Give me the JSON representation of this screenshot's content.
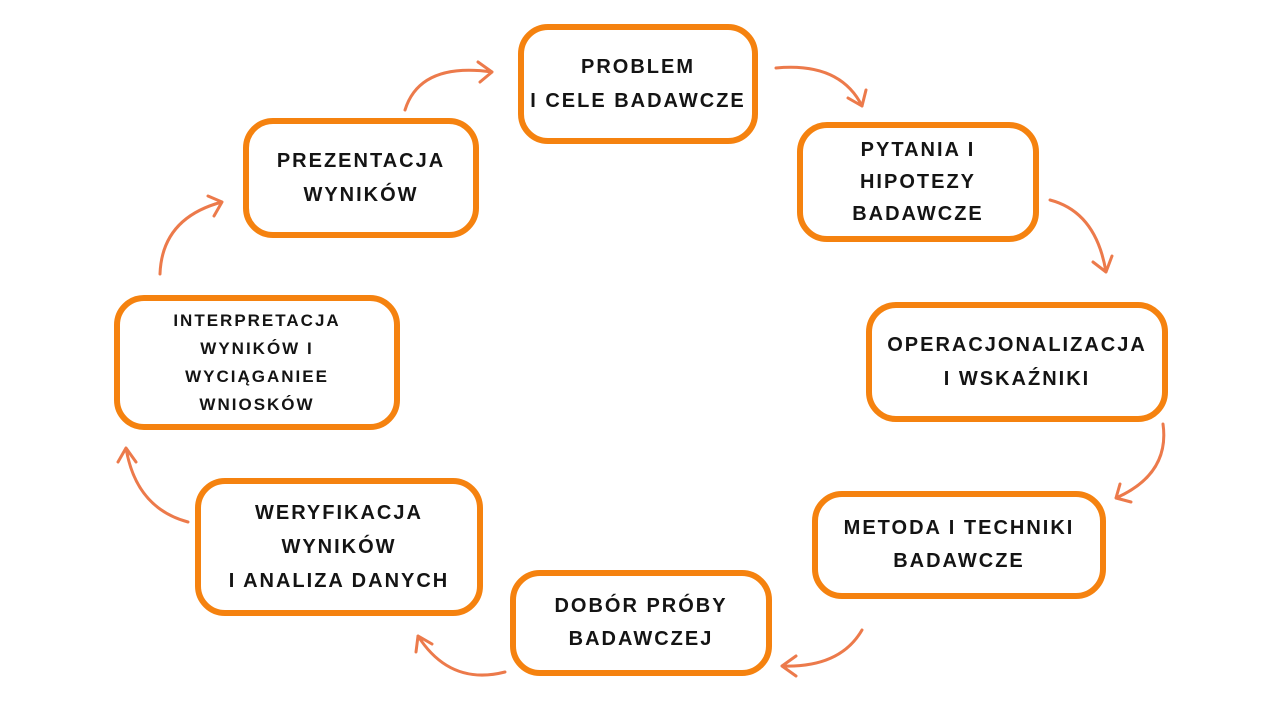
{
  "diagram": {
    "nodes": [
      {
        "id": "problem",
        "label": "Problem\nI cele badawcze"
      },
      {
        "id": "pytania",
        "label": "Pytania i\nhipotezy\nbadawcze"
      },
      {
        "id": "operacjonalizacja",
        "label": "Operacjonalizacja\ni wskaźniki"
      },
      {
        "id": "metoda",
        "label": "Metoda i techniki\nbadawcze"
      },
      {
        "id": "dobor",
        "label": "Dobór próby\nbadawczej"
      },
      {
        "id": "weryfikacja",
        "label": "Weryfikacja\nwyników\ni analiza danych"
      },
      {
        "id": "interpretacja",
        "label": "Interpretacja\nwyników i\nwyciąganiee\nwniosków"
      },
      {
        "id": "prezentacja",
        "label": "Prezentacja\nwyników"
      }
    ],
    "edges": [
      {
        "from": "problem",
        "to": "pytania"
      },
      {
        "from": "pytania",
        "to": "operacjonalizacja"
      },
      {
        "from": "operacjonalizacja",
        "to": "metoda"
      },
      {
        "from": "metoda",
        "to": "dobor"
      },
      {
        "from": "dobor",
        "to": "weryfikacja"
      },
      {
        "from": "weryfikacja",
        "to": "interpretacja"
      },
      {
        "from": "interpretacja",
        "to": "prezentacja"
      },
      {
        "from": "prezentacja",
        "to": "problem"
      }
    ],
    "colors": {
      "box_border": "#f5820f",
      "arrow": "#ec7a4b",
      "text": "#141414",
      "background": "#ffffff"
    }
  }
}
